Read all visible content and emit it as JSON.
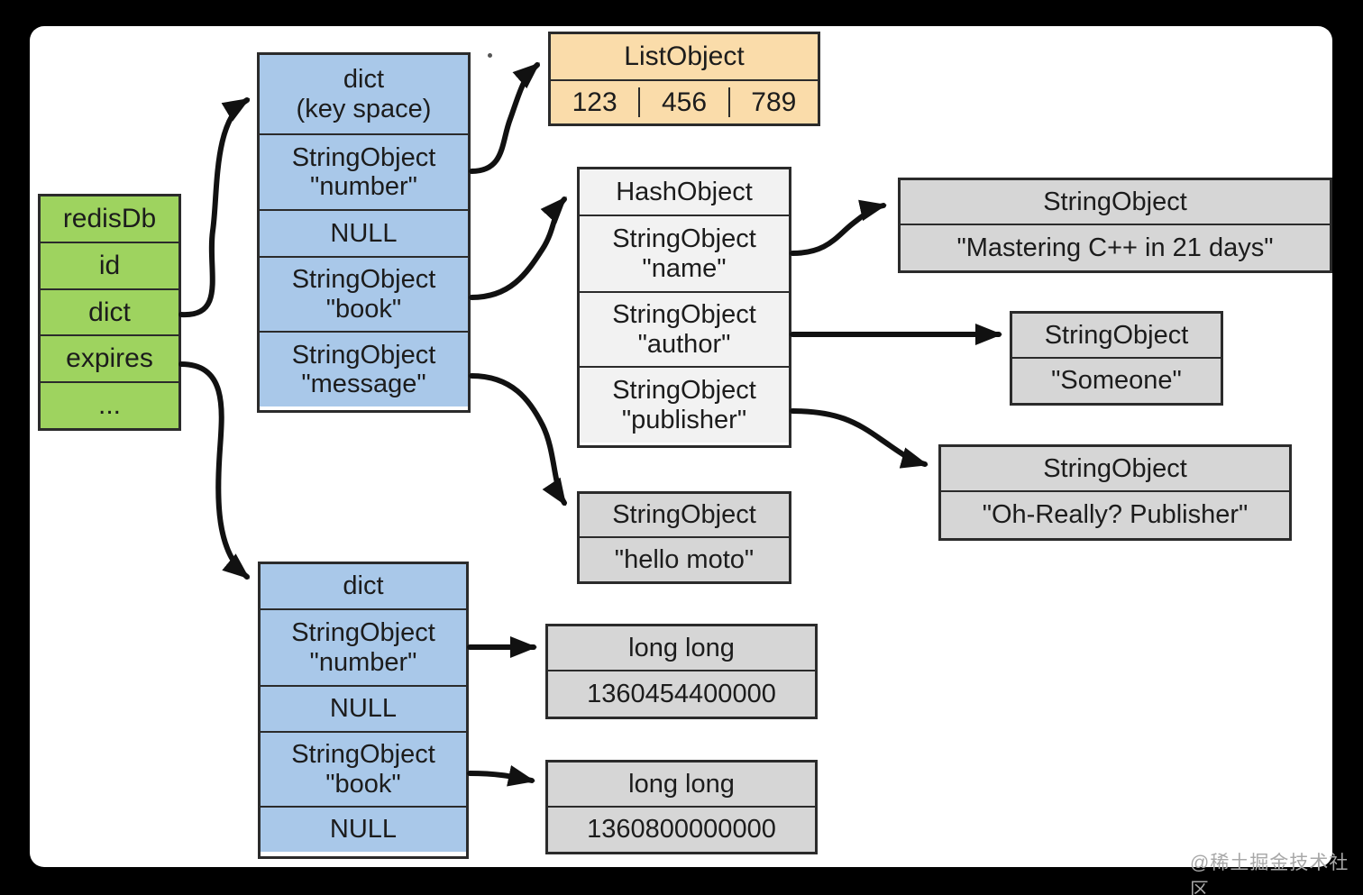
{
  "watermark": "@稀土掘金技术社区",
  "colors": {
    "green_fill": "#9ed35f",
    "blue_fill": "#a9c8e9",
    "orange_fill": "#fadcaa",
    "light_gray_fill": "#f2f2f2",
    "gray_fill": "#d6d6d6",
    "border": "#2b2b2b",
    "frame_background": "#000000",
    "canvas_background": "#ffffff"
  },
  "diagram": {
    "redis_db": {
      "rows": [
        "redisDb",
        "id",
        "dict",
        "expires",
        "..."
      ]
    },
    "key_space_dict": {
      "rows": [
        "dict\n(key space)",
        "StringObject\n\"number\"",
        "NULL",
        "StringObject\n\"book\"",
        "StringObject\n\"message\""
      ]
    },
    "list_object": {
      "header": "ListObject",
      "cells": [
        "123",
        "456",
        "789"
      ]
    },
    "hash_object": {
      "rows": [
        "HashObject",
        "StringObject\n\"name\"",
        "StringObject\n\"author\"",
        "StringObject\n\"publisher\""
      ]
    },
    "string_book": {
      "header": "StringObject",
      "value": "\"Mastering C++ in 21 days\""
    },
    "string_author": {
      "header": "StringObject",
      "value": "\"Someone\""
    },
    "string_publisher": {
      "header": "StringObject",
      "value": "\"Oh-Really? Publisher\""
    },
    "string_message": {
      "header": "StringObject",
      "value": "\"hello moto\""
    },
    "expires_dict": {
      "rows": [
        "dict",
        "StringObject\n\"number\"",
        "NULL",
        "StringObject\n\"book\"",
        "NULL"
      ]
    },
    "long_long_number": {
      "header": "long long",
      "value": "1360454400000"
    },
    "long_long_book": {
      "header": "long long",
      "value": "1360800000000"
    },
    "edges": [
      {
        "from": "redisDb.dict",
        "to": "key_space_dict"
      },
      {
        "from": "redisDb.expires",
        "to": "expires_dict"
      },
      {
        "from": "key_space_dict.number",
        "to": "list_object"
      },
      {
        "from": "key_space_dict.book",
        "to": "hash_object"
      },
      {
        "from": "key_space_dict.message",
        "to": "string_message"
      },
      {
        "from": "hash_object.name",
        "to": "string_book"
      },
      {
        "from": "hash_object.author",
        "to": "string_author"
      },
      {
        "from": "hash_object.publisher",
        "to": "string_publisher"
      },
      {
        "from": "expires_dict.number",
        "to": "long_long_number"
      },
      {
        "from": "expires_dict.book",
        "to": "long_long_book"
      }
    ]
  }
}
